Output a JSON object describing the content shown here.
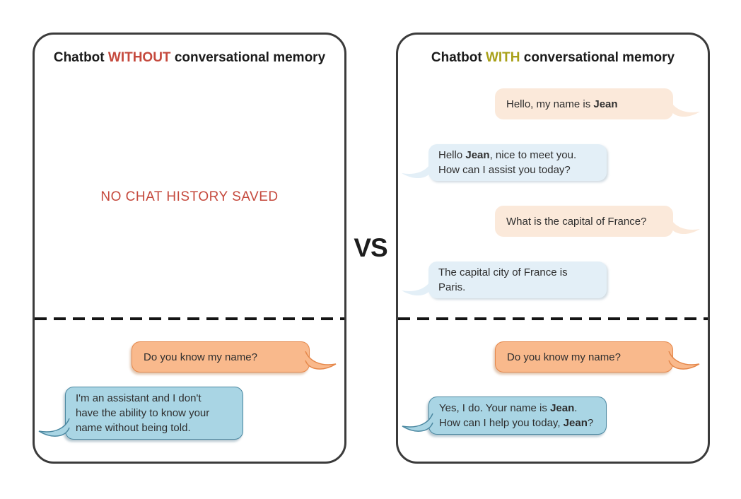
{
  "vs_label": "VS",
  "colors": {
    "alert_red": "#c5493d",
    "keyword_without": "#c5493d",
    "keyword_with": "#a8a018",
    "panel_border": "#3b3b3b",
    "bubble_variants": {
      "peach": {
        "fill": "#fbe9da",
        "stroke": "none"
      },
      "lblue": {
        "fill": "#e3eff7",
        "stroke": "none"
      },
      "orange": {
        "fill": "#f9b98c",
        "stroke": "#e5874a"
      },
      "blue": {
        "fill": "#a9d5e4",
        "stroke": "#4a87a0"
      }
    }
  },
  "left_panel": {
    "title": {
      "pre": "Chatbot ",
      "keyword": "WITHOUT",
      "post": " conversational memory",
      "keyword_color": "#c5493d"
    },
    "empty_note": "NO CHAT HISTORY SAVED",
    "messages_below": [
      {
        "side": "right",
        "variant": "orange",
        "speaker": "user",
        "lines": [
          [
            {
              "t": "Do you know my name?"
            }
          ]
        ]
      },
      {
        "side": "left",
        "variant": "blue",
        "speaker": "bot",
        "lines": [
          [
            {
              "t": "I'm an assistant and I don't"
            }
          ],
          [
            {
              "t": "have the ability to know your"
            }
          ],
          [
            {
              "t": "name without being told."
            }
          ]
        ]
      }
    ]
  },
  "right_panel": {
    "title": {
      "pre": "Chatbot ",
      "keyword": "WITH",
      "post": " conversational memory",
      "keyword_color": "#a8a018"
    },
    "messages_above": [
      {
        "side": "right",
        "variant": "peach",
        "speaker": "user",
        "lines": [
          [
            {
              "t": "Hello, my name is "
            },
            {
              "t": "Jean",
              "b": true
            }
          ]
        ]
      },
      {
        "side": "left",
        "variant": "lblue",
        "speaker": "bot",
        "lines": [
          [
            {
              "t": "Hello "
            },
            {
              "t": "Jean",
              "b": true
            },
            {
              "t": ", nice to meet you."
            }
          ],
          [
            {
              "t": "How can I assist you today?"
            }
          ]
        ]
      },
      {
        "side": "right",
        "variant": "peach",
        "speaker": "user",
        "lines": [
          [
            {
              "t": "What is the capital of France?"
            }
          ]
        ]
      },
      {
        "side": "left",
        "variant": "lblue",
        "speaker": "bot",
        "lines": [
          [
            {
              "t": "The capital city of France is"
            }
          ],
          [
            {
              "t": "Paris."
            }
          ]
        ]
      }
    ],
    "messages_below": [
      {
        "side": "right",
        "variant": "orange",
        "speaker": "user",
        "lines": [
          [
            {
              "t": "Do you know my name?"
            }
          ]
        ]
      },
      {
        "side": "left",
        "variant": "blue",
        "speaker": "bot",
        "lines": [
          [
            {
              "t": "Yes, I do. Your name is "
            },
            {
              "t": "Jean",
              "b": true
            },
            {
              "t": "."
            }
          ],
          [
            {
              "t": "How can I help you today, "
            },
            {
              "t": "Jean",
              "b": true
            },
            {
              "t": "?"
            }
          ]
        ]
      }
    ]
  }
}
